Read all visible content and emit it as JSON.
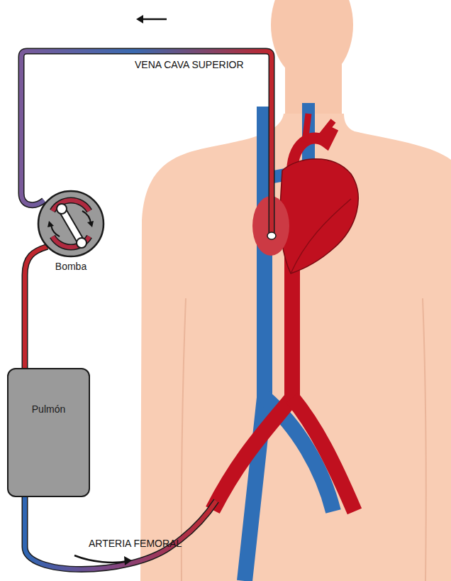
{
  "diagram": {
    "nodes": [
      {
        "text": [
          "Bomba"
        ]
      },
      {
        "text": [
          "Pulmón"
        ]
      }
    ],
    "edges": [
      {
        "from": 0,
        "to": 1,
        "arrow": "none"
      }
    ],
    "labels": [
      "VENA CAVA SUPERIOR",
      "ARTERIA FEMORAL"
    ]
  }
}
